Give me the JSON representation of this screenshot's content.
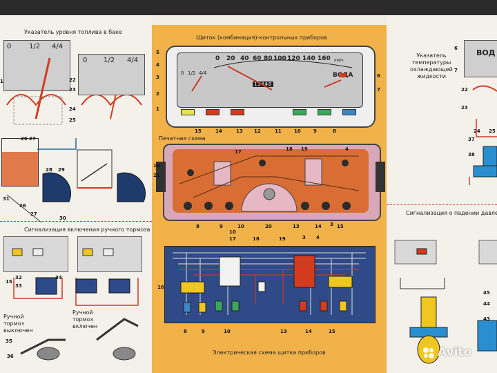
{
  "left": {
    "fuel_title": "Указатель уровня топлива в баке",
    "fuel_scale": [
      "0",
      "1/2",
      "4/4"
    ],
    "fuel_scale_2": [
      "0",
      "1/2",
      "4/4"
    ],
    "fuel_nums": [
      "1",
      "22",
      "23",
      "24",
      "25",
      "26",
      "27",
      "31",
      "26",
      "27",
      "28",
      "29",
      "30"
    ],
    "brake_title": "Сигнализация включения ручного тормоза -",
    "brake_nums": [
      "15",
      "32",
      "33",
      "34",
      "35",
      "36"
    ],
    "brake_off": "Ручной тормоз выключен",
    "brake_on": "Ручной тормоз включен"
  },
  "center": {
    "cluster_title": "Щиток (комбинация)-контрольных приборов",
    "speedo_scale": [
      "0",
      "20",
      "40",
      "60",
      "80",
      "100",
      "120",
      "140",
      "160"
    ],
    "speedo_unit": "км/ч",
    "odometer": "13440",
    "mini_fuel": [
      "0",
      "1/2",
      "4/4"
    ],
    "water_label": "ВОДА",
    "cluster_nums_left": [
      "5",
      "4",
      "3",
      "2",
      "1"
    ],
    "cluster_nums_right": [
      "6",
      "7"
    ],
    "cluster_nums_bottom": [
      "15",
      "14",
      "13",
      "12",
      "11",
      "10",
      "9",
      "8"
    ],
    "printed_title": "Печатная схема",
    "printed_nums_top": [
      "17",
      "18",
      "19",
      "4"
    ],
    "printed_nums_left": [
      "16",
      "21",
      "3"
    ],
    "printed_nums_bottom": [
      "8",
      "9",
      "10",
      "20",
      "13",
      "14",
      "15"
    ],
    "wiring_nums_top": [
      "10",
      "17",
      "18",
      "19",
      "3",
      "4"
    ],
    "wiring_nums_bottom": [
      "8",
      "9",
      "10",
      "13",
      "14",
      "15"
    ],
    "wiring_num_left": "16",
    "wiring_title": "Электрическая схема щитка приборов"
  },
  "right": {
    "temp_caption": "Указатель температуры охлаждающей жидкости",
    "temp_label": "ВОД",
    "temp_nums": [
      "6",
      "7",
      "22",
      "23",
      "24",
      "25",
      "37",
      "38"
    ],
    "pressure_title": "Сигнализация о падении давлен",
    "pressure_nums": [
      "45",
      "44",
      "43"
    ]
  },
  "watermark": "Avito",
  "colors": {
    "center_bg": "#f2b24a",
    "pcb": "#d8a8b8",
    "copper": "#d9641c",
    "wire": "#c83a2a",
    "gauge_grey": "#bdbdbd",
    "fuel_red": "#d23b1e"
  }
}
